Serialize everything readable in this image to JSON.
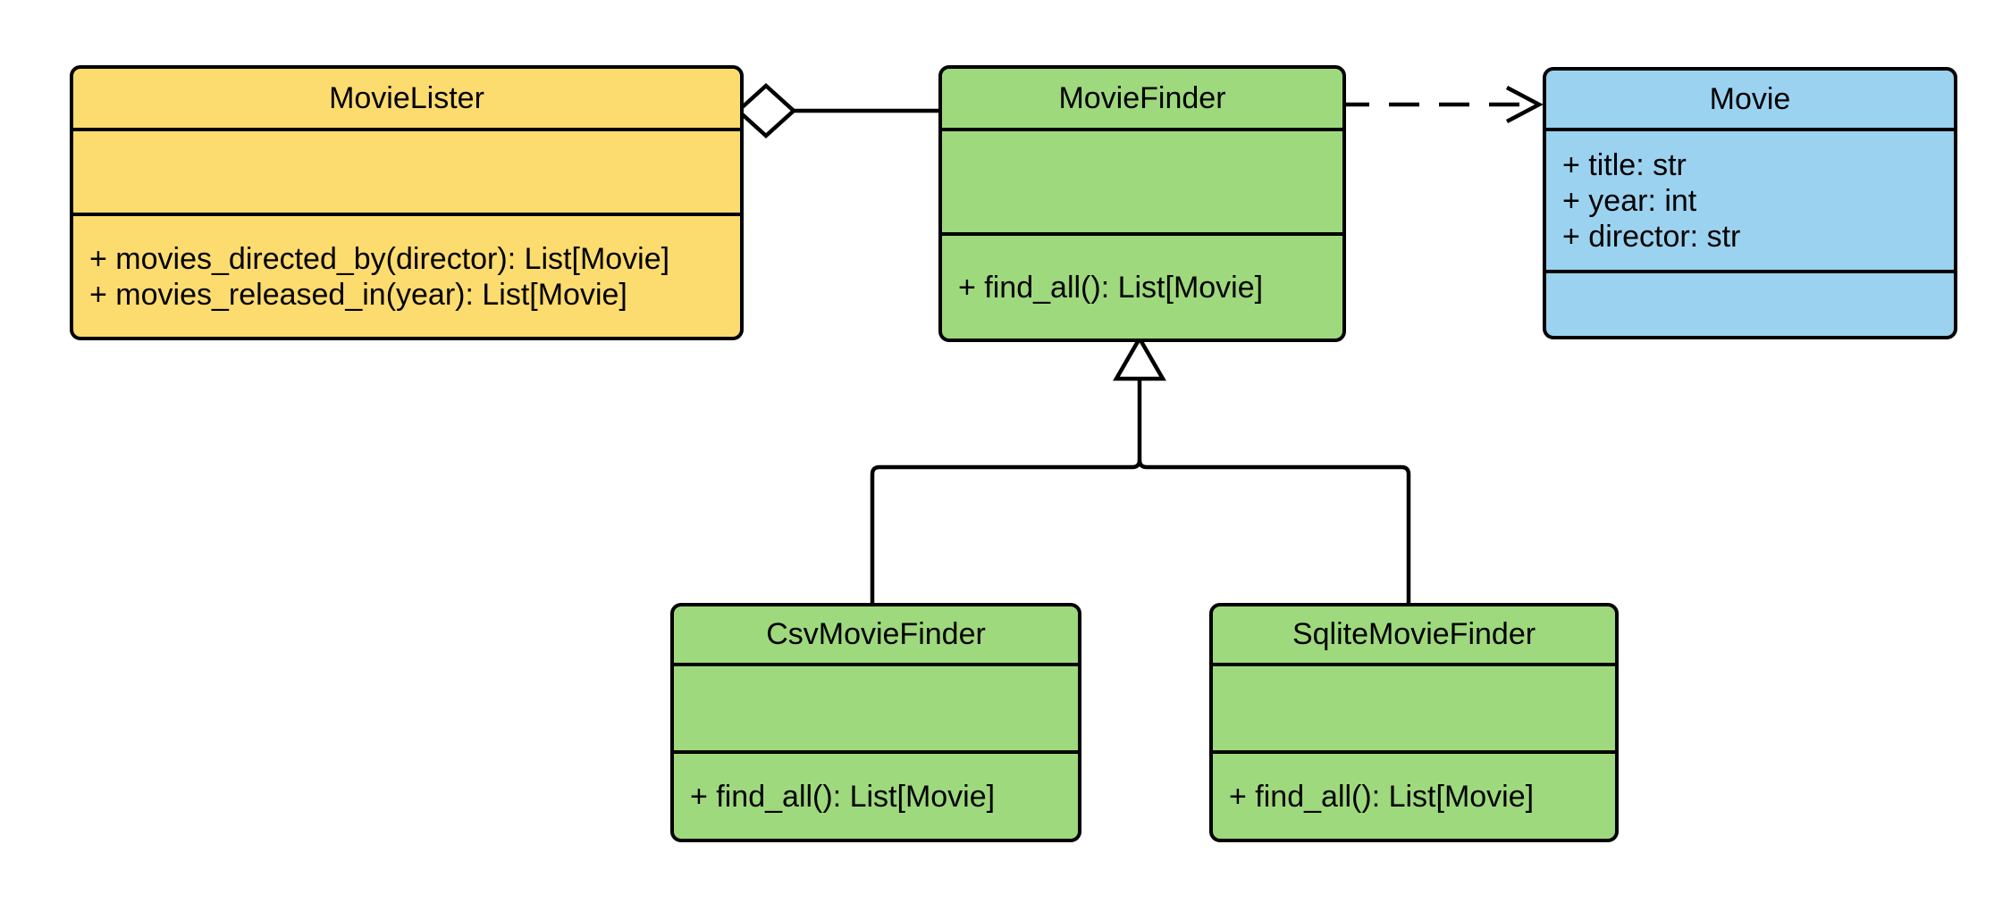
{
  "diagram": {
    "kind": "uml-class-diagram",
    "background": "#ffffff",
    "stroke_color": "#000000",
    "classes": [
      {
        "name": "MovieLister",
        "fill": "#FDDC6F",
        "attributes": [],
        "methods": [
          "+ movies_directed_by(director): List[Movie]",
          "+ movies_released_in(year): List[Movie]"
        ]
      },
      {
        "name": "MovieFinder",
        "fill": "#9ED97D",
        "attributes": [],
        "methods": [
          "+ find_all(): List[Movie]"
        ]
      },
      {
        "name": "Movie",
        "fill": "#9BD2F0",
        "attributes": [
          "+ title: str",
          "+ year: int",
          "+ director: str"
        ],
        "methods": []
      },
      {
        "name": "CsvMovieFinder",
        "fill": "#9ED97D",
        "attributes": [],
        "methods": [
          "+ find_all(): List[Movie]"
        ]
      },
      {
        "name": "SqliteMovieFinder",
        "fill": "#9ED97D",
        "attributes": [],
        "methods": [
          "+ find_all(): List[Movie]"
        ]
      }
    ],
    "relationships": [
      {
        "type": "aggregation",
        "from": "MovieLister",
        "to": "MovieFinder",
        "line": "solid",
        "marker": "hollow-diamond"
      },
      {
        "type": "dependency",
        "from": "MovieFinder",
        "to": "Movie",
        "line": "dashed",
        "marker": "open-arrow"
      },
      {
        "type": "inheritance",
        "from": "CsvMovieFinder",
        "to": "MovieFinder",
        "line": "solid",
        "marker": "hollow-triangle"
      },
      {
        "type": "inheritance",
        "from": "SqliteMovieFinder",
        "to": "MovieFinder",
        "line": "solid",
        "marker": "hollow-triangle"
      }
    ]
  }
}
